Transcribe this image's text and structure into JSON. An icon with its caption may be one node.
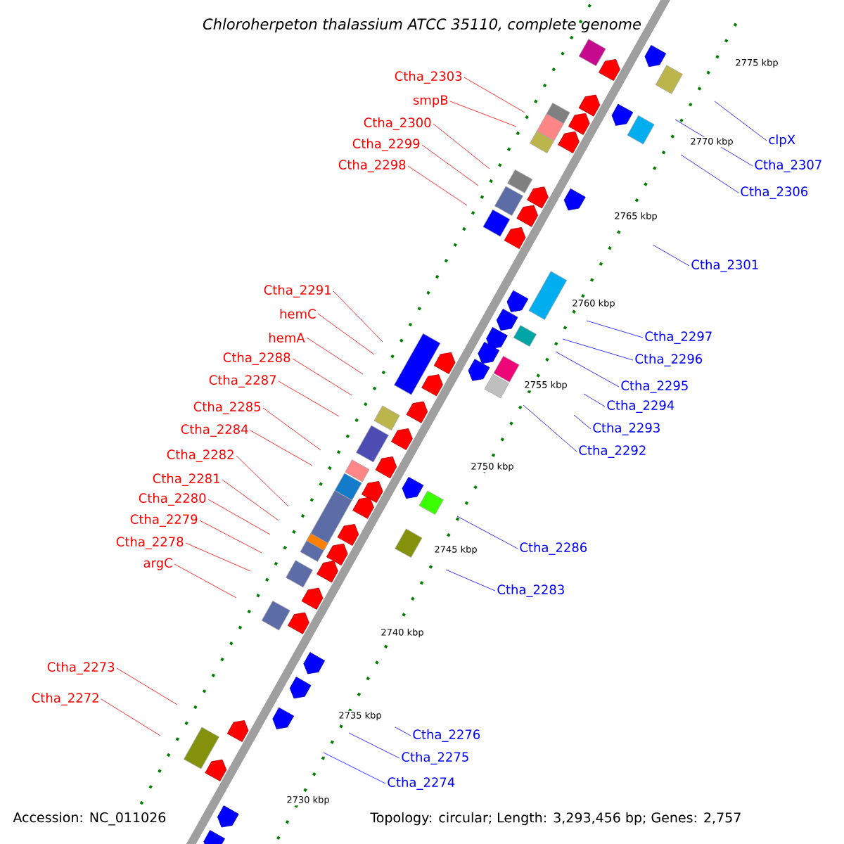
{
  "diagram": {
    "title": "Chloroherpeton thalassium ATCC 35110, complete genome",
    "nodes": [
      {
        "text": [
          "Ctha_2303"
        ]
      },
      {
        "text": [
          "smpB"
        ]
      },
      {
        "text": [
          "Ctha_2300"
        ]
      },
      {
        "text": [
          "clpX"
        ]
      },
      {
        "text": [
          "Ctha_2299"
        ]
      },
      {
        "text": [
          "Ctha_2307"
        ]
      },
      {
        "text": [
          "Ctha_2298"
        ]
      },
      {
        "text": [
          "Ctha_2306"
        ]
      },
      {
        "text": [
          "Ctha_2301"
        ]
      },
      {
        "text": [
          "Ctha_2291"
        ]
      },
      {
        "text": [
          "hemC"
        ]
      },
      {
        "text": [
          "Ctha_2297"
        ]
      },
      {
        "text": [
          "hemA"
        ]
      },
      {
        "text": [
          "Ctha_2288"
        ]
      },
      {
        "text": [
          "Ctha_2296"
        ]
      },
      {
        "text": [
          "Ctha_2287"
        ]
      },
      {
        "text": [
          "Ctha_2295"
        ]
      },
      {
        "text": [
          "Ctha_2294"
        ]
      },
      {
        "text": [
          "Ctha_2285"
        ]
      },
      {
        "text": [
          "Ctha_2293"
        ]
      },
      {
        "text": [
          "Ctha_2284"
        ]
      },
      {
        "text": [
          "Ctha_2292"
        ]
      },
      {
        "text": [
          "Ctha_2282"
        ]
      },
      {
        "text": [
          "Ctha_2281"
        ]
      },
      {
        "text": [
          "Ctha_2280"
        ]
      },
      {
        "text": [
          "Ctha_2279"
        ]
      },
      {
        "text": [
          "Ctha_2286"
        ]
      },
      {
        "text": [
          "Ctha_2278"
        ]
      },
      {
        "text": [
          "argC"
        ]
      },
      {
        "text": [
          "Ctha_2283"
        ]
      },
      {
        "text": [
          "Ctha_2273"
        ]
      },
      {
        "text": [
          "Ctha_2272"
        ]
      },
      {
        "text": [
          "Ctha_2276"
        ]
      },
      {
        "text": [
          "Ctha_2275"
        ]
      },
      {
        "text": [
          "Ctha_2274"
        ]
      }
    ],
    "edges": [
      {
        "from": 0,
        "to": null,
        "arrow": "none"
      },
      {
        "from": 1,
        "to": null,
        "arrow": "none"
      },
      {
        "from": 2,
        "to": null,
        "arrow": "none"
      },
      {
        "from": 3,
        "to": null,
        "arrow": "none",
        "color": "#0000ff"
      },
      {
        "from": 4,
        "to": null,
        "arrow": "none"
      },
      {
        "from": 5,
        "to": null,
        "arrow": "none",
        "color": "#0000ff"
      },
      {
        "from": 6,
        "to": null,
        "arrow": "none"
      },
      {
        "from": 7,
        "to": null,
        "arrow": "none",
        "color": "#0000ff"
      },
      {
        "from": 8,
        "to": null,
        "arrow": "none",
        "color": "#0000ff"
      },
      {
        "from": 9,
        "to": null,
        "arrow": "none"
      },
      {
        "from": 10,
        "to": null,
        "arrow": "none"
      },
      {
        "from": 11,
        "to": null,
        "arrow": "none",
        "color": "#0000ff"
      },
      {
        "from": 12,
        "to": null,
        "arrow": "none"
      },
      {
        "from": 13,
        "to": null,
        "arrow": "none"
      },
      {
        "from": 14,
        "to": null,
        "arrow": "none",
        "color": "#0000ff"
      },
      {
        "from": 15,
        "to": null,
        "arrow": "none"
      },
      {
        "from": 16,
        "to": null,
        "arrow": "none",
        "color": "#0000ff"
      },
      {
        "from": 17,
        "to": null,
        "arrow": "none",
        "color": "#0000ff"
      },
      {
        "from": 18,
        "to": null,
        "arrow": "none"
      },
      {
        "from": 19,
        "to": null,
        "arrow": "none",
        "color": "#0000ff"
      },
      {
        "from": 20,
        "to": null,
        "arrow": "none"
      },
      {
        "from": 21,
        "to": null,
        "arrow": "none",
        "color": "#0000ff"
      },
      {
        "from": 22,
        "to": null,
        "arrow": "none"
      },
      {
        "from": 23,
        "to": null,
        "arrow": "none"
      },
      {
        "from": 24,
        "to": null,
        "arrow": "none"
      },
      {
        "from": 25,
        "to": null,
        "arrow": "none"
      },
      {
        "from": 26,
        "to": null,
        "arrow": "none",
        "color": "#0000ff"
      },
      {
        "from": 27,
        "to": null,
        "arrow": "none"
      },
      {
        "from": 28,
        "to": null,
        "arrow": "none"
      },
      {
        "from": 29,
        "to": null,
        "arrow": "none",
        "color": "#0000ff"
      },
      {
        "from": 30,
        "to": null,
        "arrow": "none"
      },
      {
        "from": 31,
        "to": null,
        "arrow": "none"
      },
      {
        "from": 32,
        "to": null,
        "arrow": "none",
        "color": "#0000ff"
      },
      {
        "from": 33,
        "to": null,
        "arrow": "none",
        "color": "#0000ff"
      },
      {
        "from": 34,
        "to": null,
        "arrow": "none",
        "color": "#0000ff"
      }
    ],
    "labels": [
      "2775 kbp",
      "2770 kbp",
      "2765 kbp",
      "2760 kbp",
      "2755 kbp",
      "2750 kbp",
      "2745 kbp",
      "2740 kbp",
      "2735 kbp",
      "2730 kbp",
      "Accession: NC_011026",
      "Topology: circular; Length: 3,293,456 bp; Genes: 2,757"
    ]
  }
}
